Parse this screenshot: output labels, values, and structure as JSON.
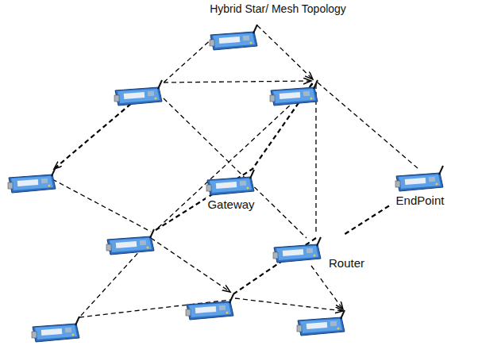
{
  "diagram": {
    "title": "Hybrid Star/ Mesh Topology",
    "nodes": [
      {
        "text": [
          "Gateway"
        ]
      },
      {
        "text": [
          "EndPoint"
        ]
      },
      {
        "text": [
          "Router"
        ]
      }
    ],
    "edges": [
      {
        "from": 2,
        "to": 1,
        "arrow": "none"
      }
    ]
  }
}
